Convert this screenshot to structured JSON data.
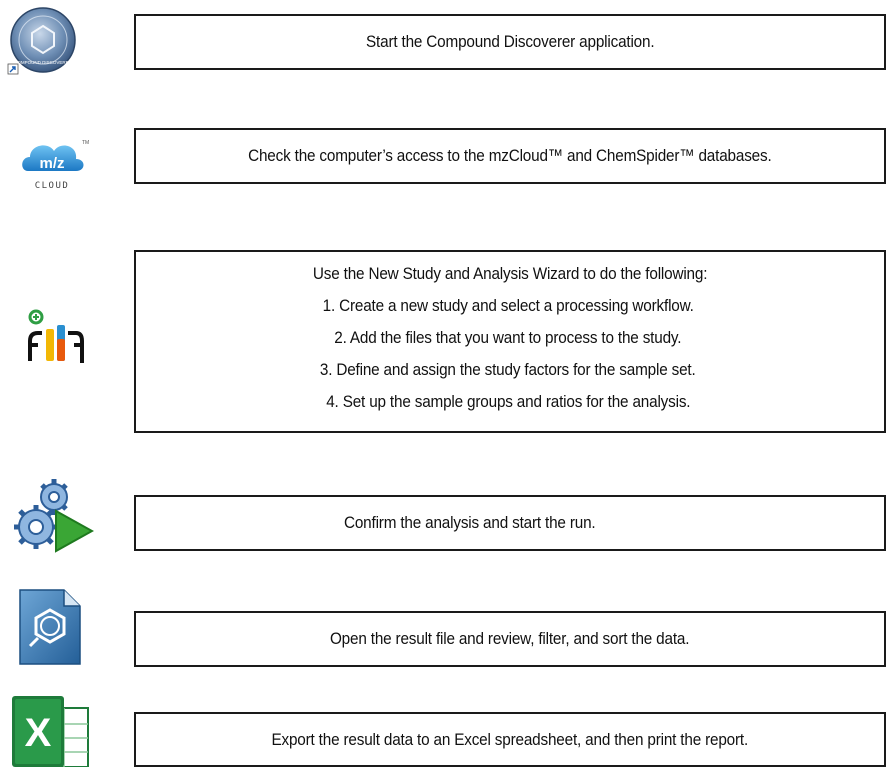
{
  "steps": [
    {
      "text": "Start the Compound Discoverer application.",
      "icon": "compound-discoverer-icon"
    },
    {
      "text": "Check the computer’s access to the mzCloud™ and ChemSpider™ databases.",
      "icon": "mzcloud-icon"
    },
    {
      "heading": "Use the New Study and Analysis Wizard to do the following:",
      "items": [
        "1. Create a new study and select a processing workflow.",
        "2. Add the files that you want to process to the study.",
        "3. Define and assign the study factors for the sample set.",
        "4. Set up the sample groups and ratios for the analysis."
      ],
      "icon": "study-wizard-icon"
    },
    {
      "text": "Confirm the analysis and start the run.",
      "icon": "run-gears-icon"
    },
    {
      "text": "Open the result file and review, filter, and sort the data.",
      "icon": "result-file-icon"
    },
    {
      "text": "Export the result data to an Excel spreadsheet, and then print the report.",
      "icon": "excel-icon"
    }
  ],
  "icons": {
    "cd_logo_text": "COMPOUND DISCOVERER",
    "mzcloud_mz": "m/z",
    "mzcloud_tm": "TM",
    "mzcloud_label": "CLOUD",
    "excel_letter": "X"
  },
  "colors": {
    "border": "#1a1a1a",
    "mz_blue": "#2a8fd0",
    "excel_green": "#1e7b3a",
    "run_green": "#3aa635"
  }
}
